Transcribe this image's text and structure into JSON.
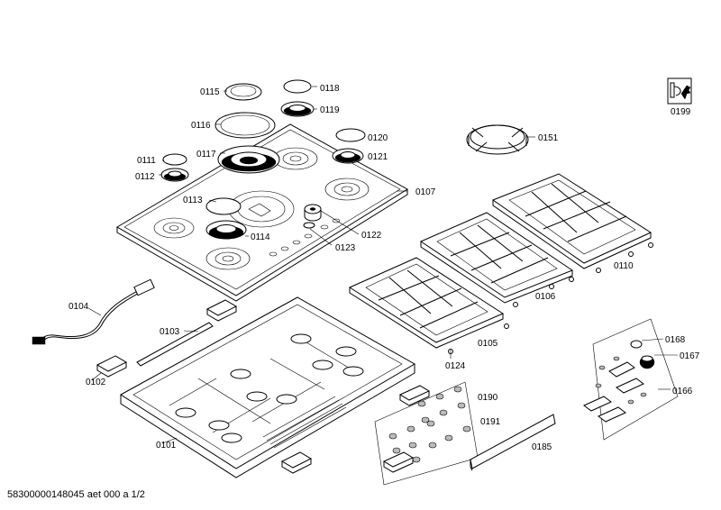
{
  "diagram": {
    "part_labels": {
      "p0115": "0115",
      "p0118": "0118",
      "p0119": "0119",
      "p0116": "0116",
      "p0120": "0120",
      "p0117": "0117",
      "p0121": "0121",
      "p0111": "0111",
      "p0112": "0112",
      "p0151": "0151",
      "p0107": "0107",
      "p0113": "0113",
      "p0122": "0122",
      "p0114": "0114",
      "p0123": "0123",
      "p0110": "0110",
      "p0104": "0104",
      "p0106": "0106",
      "p0103": "0103",
      "p0105": "0105",
      "p0168": "0168",
      "p0167": "0167",
      "p0124": "0124",
      "p0102": "0102",
      "p0166": "0166",
      "p0190": "0190",
      "p0191": "0191",
      "p0101": "0101",
      "p0185": "0185",
      "p0199": "0199"
    },
    "footer": "58300000148045 aet 000 a 1/2",
    "icon": "wrench-tool-icon"
  }
}
